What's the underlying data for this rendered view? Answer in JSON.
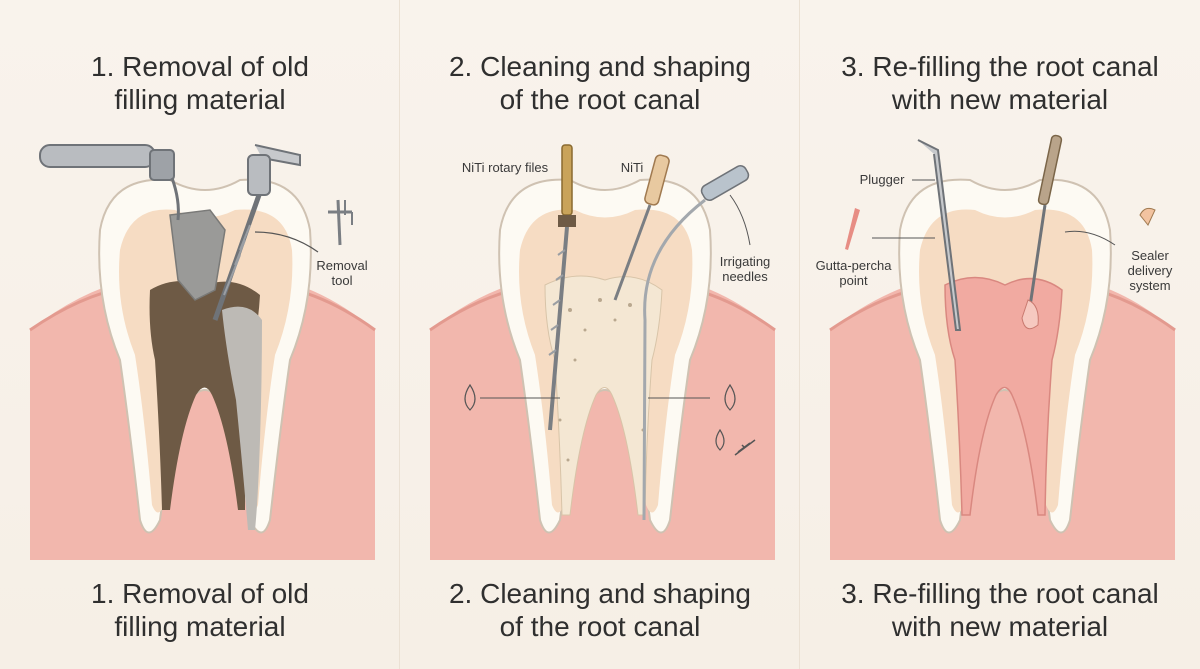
{
  "panels": [
    {
      "title": "1. Removal of old\nfilling material",
      "caption": "1. Removal of old\nfilling material",
      "labels": {
        "removal_tool": "Removal\ntool"
      }
    },
    {
      "title": "2. Cleaning and shaping\nof the root canal",
      "caption": "2. Cleaning and shaping\nof the root canal",
      "labels": {
        "niti_rotary_files": "NiTi rotary files",
        "niti": "NiTi",
        "irrigating_needles": "Irrigating\nneedles"
      }
    },
    {
      "title": "3. Re-filling the root canal\nwith new material",
      "caption": "3. Re-filling the root canal\nwith new material",
      "labels": {
        "plugger": "Plugger",
        "gutta_percha_point": "Gutta-percha\npoint",
        "sealer_delivery_system": "Sealer\ndelivery\nsystem"
      }
    }
  ],
  "colors": {
    "gum": "#f2b7ad",
    "gum_edge": "#e39a8f",
    "enamel": "#fdfaf3",
    "dentin": "#f6dcc3",
    "pulp": "#f3cdb5",
    "old_filling": "#6e5a45",
    "cleaned_canal": "#f4e7d3",
    "new_filling": "#f1aaa1"
  }
}
